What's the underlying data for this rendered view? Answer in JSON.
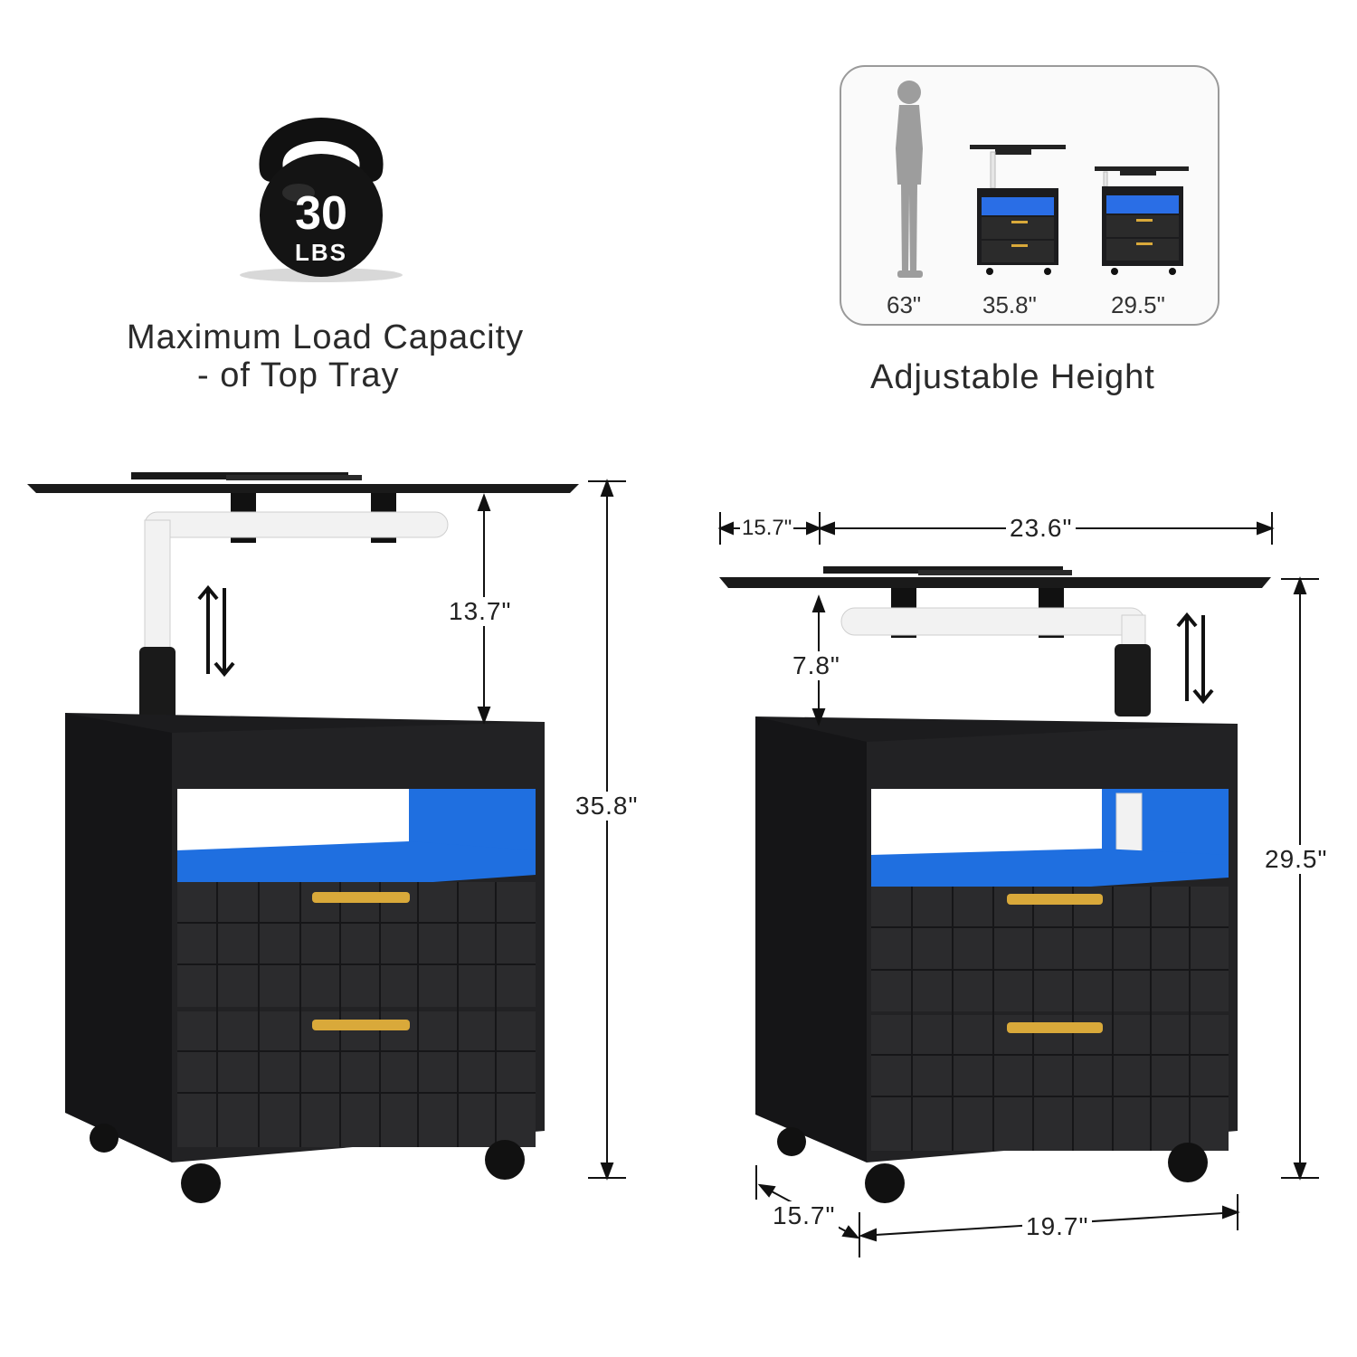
{
  "load": {
    "weight_number": "30",
    "weight_unit": "LBS",
    "caption_line1": "Maximum Load Capacity",
    "caption_line2": "- of Top Tray"
  },
  "adjustable": {
    "caption": "Adjustable Height",
    "labels": [
      "63\"",
      "35.8\"",
      "29.5\""
    ]
  },
  "left_cabinet": {
    "tray_lift": "13.7\"",
    "total_height": "35.8\""
  },
  "right_cabinet": {
    "tray_depth": "15.7\"",
    "tray_width": "23.6\"",
    "tray_lift": "7.8\"",
    "total_height": "29.5\"",
    "base_depth": "15.7\"",
    "base_width": "19.7\""
  },
  "colors": {
    "cabinet": "#1c1c1e",
    "led": "#1f6fe0",
    "handle": "#d9a93a",
    "pole": "#f2f2f2"
  }
}
